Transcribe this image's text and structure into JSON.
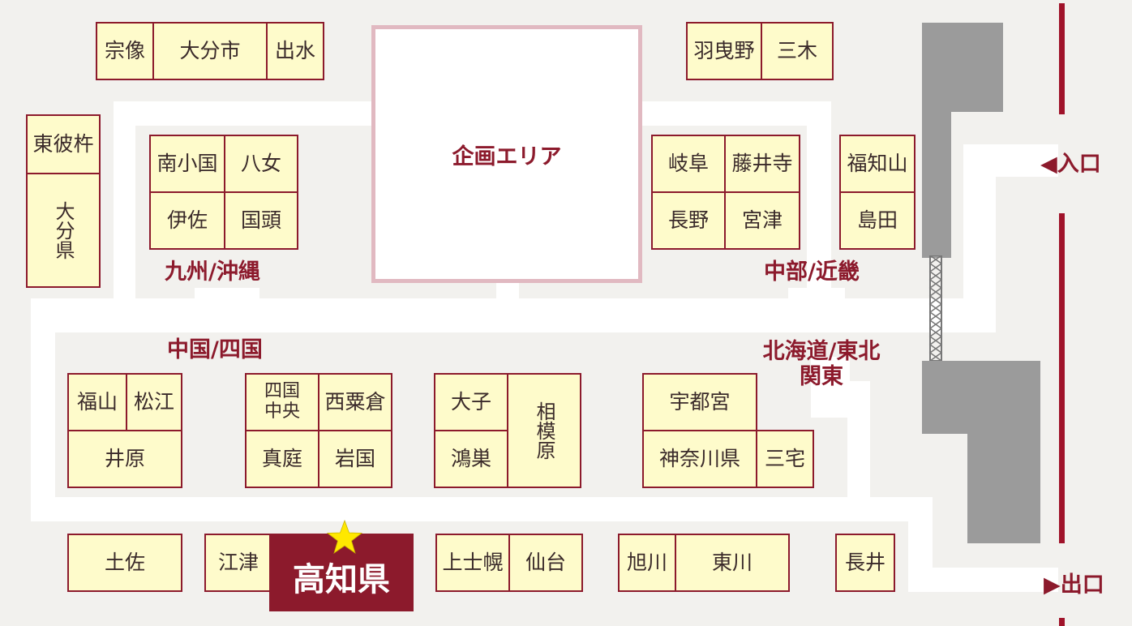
{
  "planning_area": "企画エリア",
  "regions": {
    "kyushu_okinawa": "九州/沖縄",
    "chubu_kinki": "中部/近畿",
    "chugoku_shikoku": "中国/四国",
    "hokkaido_tohoku_kanto": "北海道/東北\n関東"
  },
  "entrance": {
    "icon": "left-triangle",
    "label": "入口"
  },
  "exit": {
    "icon": "right-triangle",
    "label": "出口"
  },
  "highlight_marker": {
    "icon": "star-icon",
    "color": "#ffe800"
  },
  "colors": {
    "booth_fill": "#fefbcb",
    "booth_border": "#8c1a2c",
    "highlight_fill": "#8c1a2c",
    "aisle": "#ffffff",
    "floor": "#f2f1ee",
    "structure": "#9b9b9b"
  },
  "booths": {
    "munakata": "宗像",
    "oita_city": "大分市",
    "izumi": "出水",
    "habikino": "羽曳野",
    "miki": "三木",
    "higashisonogi": "東彼杵",
    "oita_pref": "大分県",
    "minamioguni": "南小国",
    "yame": "八女",
    "isa": "伊佐",
    "kunisaki": "国頭",
    "gifu": "岐阜",
    "fujiidera": "藤井寺",
    "nagano": "長野",
    "miyazu": "宮津",
    "fukuchiyama": "福知山",
    "shimada": "島田",
    "fukuyama": "福山",
    "matsue": "松江",
    "ibara": "井原",
    "shikokuchuo": "四国\n中央",
    "nishiawakura": "西粟倉",
    "maniwa": "真庭",
    "iwakuni": "岩国",
    "taishi": "大子",
    "konosu": "鴻巣",
    "sagamihara": "相模原",
    "utsunomiya": "宇都宮",
    "kanagawa": "神奈川県",
    "miyake": "三宅",
    "tosa": "土佐",
    "gotsu": "江津",
    "kochi": "高知県",
    "kamishihoro": "上士幌",
    "sendai": "仙台",
    "asahikawa": "旭川",
    "higashikawa": "東川",
    "nagai": "長井"
  }
}
